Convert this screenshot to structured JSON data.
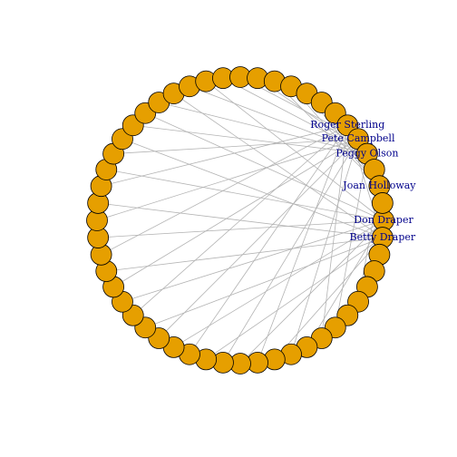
{
  "chart_data": {
    "type": "network",
    "layout": "circle",
    "node_count": 52,
    "node_fill_color": "#E69F00",
    "node_stroke_color": "#000000",
    "edge_color": "#B3B3B3",
    "label_color": "#00008B",
    "labels": [
      {
        "text": "Don Draper",
        "position_index": 0
      },
      {
        "text": "Betty Draper",
        "position_index": 1
      },
      {
        "text": "Joan Holloway",
        "position_index": 50
      },
      {
        "text": "Peggy Olson",
        "position_index": 48
      },
      {
        "text": "Pete Campbell",
        "position_index": 47
      },
      {
        "text": "Roger Sterling",
        "position_index": 46
      }
    ],
    "hubs": [
      0,
      1,
      46,
      47,
      48,
      50
    ],
    "edges": [
      [
        0,
        9
      ],
      [
        0,
        13
      ],
      [
        0,
        17
      ],
      [
        0,
        21
      ],
      [
        0,
        25
      ],
      [
        0,
        29
      ],
      [
        0,
        33
      ],
      [
        0,
        37
      ],
      [
        1,
        11
      ],
      [
        1,
        15
      ],
      [
        1,
        19
      ],
      [
        1,
        23
      ],
      [
        1,
        27
      ],
      [
        1,
        31
      ],
      [
        1,
        35
      ],
      [
        46,
        8
      ],
      [
        46,
        12
      ],
      [
        46,
        16
      ],
      [
        46,
        20
      ],
      [
        46,
        24
      ],
      [
        46,
        28
      ],
      [
        47,
        10
      ],
      [
        47,
        14
      ],
      [
        47,
        18
      ],
      [
        47,
        22
      ],
      [
        47,
        26
      ],
      [
        47,
        30
      ],
      [
        47,
        39
      ],
      [
        48,
        7
      ],
      [
        48,
        32
      ],
      [
        48,
        34
      ],
      [
        48,
        36
      ],
      [
        48,
        38
      ],
      [
        48,
        40
      ],
      [
        50,
        3
      ],
      [
        50,
        5
      ],
      [
        50,
        41
      ],
      [
        50,
        42
      ],
      [
        50,
        43
      ],
      [
        50,
        44
      ],
      [
        0,
        1
      ],
      [
        0,
        47
      ],
      [
        0,
        48
      ],
      [
        1,
        46
      ],
      [
        1,
        50
      ],
      [
        46,
        47
      ],
      [
        48,
        50
      ],
      [
        0,
        50
      ]
    ]
  }
}
